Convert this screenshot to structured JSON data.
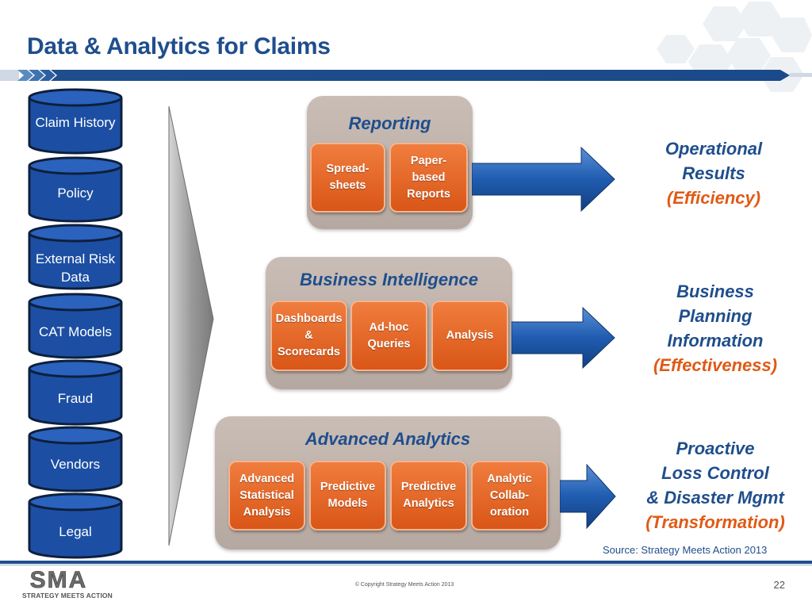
{
  "title": "Data & Analytics for Claims",
  "data_sources": [
    {
      "label": "Claim\nHistory"
    },
    {
      "label": "Policy"
    },
    {
      "label": "External\nRisk Data"
    },
    {
      "label": "CAT Models"
    },
    {
      "label": "Fraud"
    },
    {
      "label": "Vendors"
    },
    {
      "label": "Legal"
    }
  ],
  "groups": [
    {
      "title": "Reporting",
      "tiles": [
        "Spread-\nsheets",
        "Paper-\nbased\nReports"
      ],
      "outcome": {
        "lines": [
          "Operational",
          "Results"
        ],
        "highlight": "(Efficiency)"
      }
    },
    {
      "title": "Business Intelligence",
      "tiles": [
        "Dashboards\n&\nScorecards",
        "Ad-hoc\nQueries",
        "Analysis"
      ],
      "outcome": {
        "lines": [
          "Business",
          "Planning",
          "Information"
        ],
        "highlight": "(Effectiveness)"
      }
    },
    {
      "title": "Advanced Analytics",
      "tiles": [
        "Advanced\nStatistical\nAnalysis",
        "Predictive\nModels",
        "Predictive\nAnalytics",
        "Analytic\nCollab-\noration"
      ],
      "outcome": {
        "lines": [
          "Proactive",
          "Loss Control",
          "& Disaster Mgmt"
        ],
        "highlight": "(Transformation)"
      }
    }
  ],
  "source": "Source: Strategy Meets Action 2013",
  "footer": {
    "logo_text": "SMA",
    "tagline": "STRATEGY MEETS ACTION",
    "copyright": "© Copyright Strategy Meets Action 2013",
    "page_number": "22"
  },
  "colors": {
    "title_blue": "#1f4e8c",
    "cylinder_fill": "#1c4fa3",
    "tile_orange": "#e8682a",
    "group_box": "#bfb2ab",
    "highlight_orange": "#e05a16"
  }
}
